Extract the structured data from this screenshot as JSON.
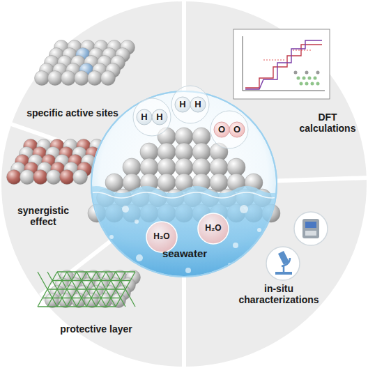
{
  "diagram": {
    "labels": [
      "specific active sites",
      "DFT calculations",
      "synergistic effect",
      "in-situ characterizations",
      "protective layer",
      "H",
      "H",
      "H",
      "H",
      "O",
      "O",
      "H₂O",
      "H₂O",
      "seawater"
    ]
  }
}
